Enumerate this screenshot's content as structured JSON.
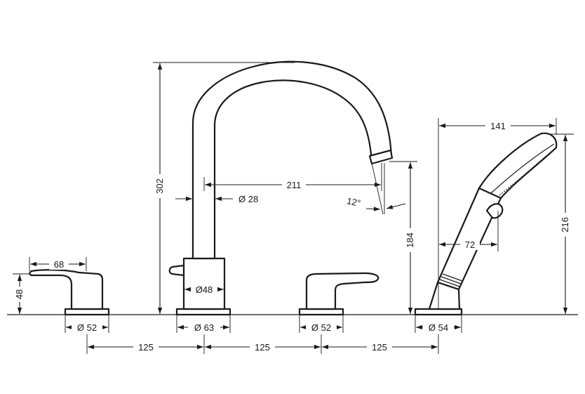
{
  "dimensions": {
    "overall_height": "302",
    "spout_tube_diameter": "Ø 28",
    "spout_reach": "211",
    "spout_angle": "12°",
    "spout_outlet_height": "184",
    "body_diameter": "Ø48",
    "base_spout_diameter": "Ø 63",
    "lever_reach": "68",
    "lever_height": "48",
    "left_base_diameter": "Ø 52",
    "right_base_diameter": "Ø 52",
    "shower_base_diameter": "Ø 54",
    "shower_reach": "141",
    "shower_height": "216",
    "shower_head_offset": "72",
    "spacing_1": "125",
    "spacing_2": "125",
    "spacing_3": "125"
  }
}
